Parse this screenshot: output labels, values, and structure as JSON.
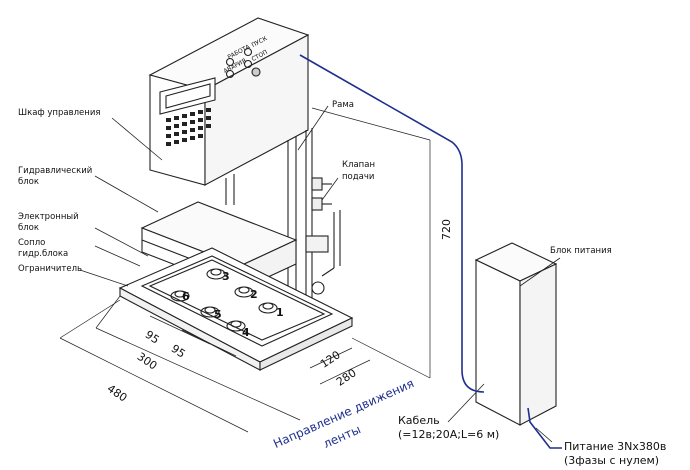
{
  "labels": {
    "control_cabinet": "Шкаф управления",
    "hydraulic_block_1": "Гидравлический",
    "hydraulic_block_2": "блок",
    "electronic_block_1": "Электронный",
    "electronic_block_2": "блок",
    "nozzle_1": "Сопло",
    "nozzle_2": "гидр.блока",
    "limiter": "Ограничитель",
    "frame": "Рама",
    "valve_1": "Клапан",
    "valve_2": "подачи",
    "power_block": "Блок питания",
    "cable_1": "Кабель",
    "cable_2": "(=12в;20А;L=6 м)",
    "power_supply_1": "Питание 3Nx380в",
    "power_supply_2": "(3фазы с нулем)",
    "direction_1": "Направление движения",
    "direction_2": "ленты"
  },
  "panel": {
    "work": "РАБОТА",
    "start": "ПУСК",
    "alarm": "АВАРИЯ",
    "stop": "СТОП"
  },
  "dimensions": {
    "height": "720",
    "d480": "480",
    "d300": "300",
    "d95a": "95",
    "d95b": "95",
    "d120": "120",
    "d280": "280"
  },
  "nozzles": [
    "1",
    "2",
    "3",
    "4",
    "5",
    "6"
  ],
  "colors": {
    "line": "#222222",
    "cable": "#1f2f8f"
  }
}
